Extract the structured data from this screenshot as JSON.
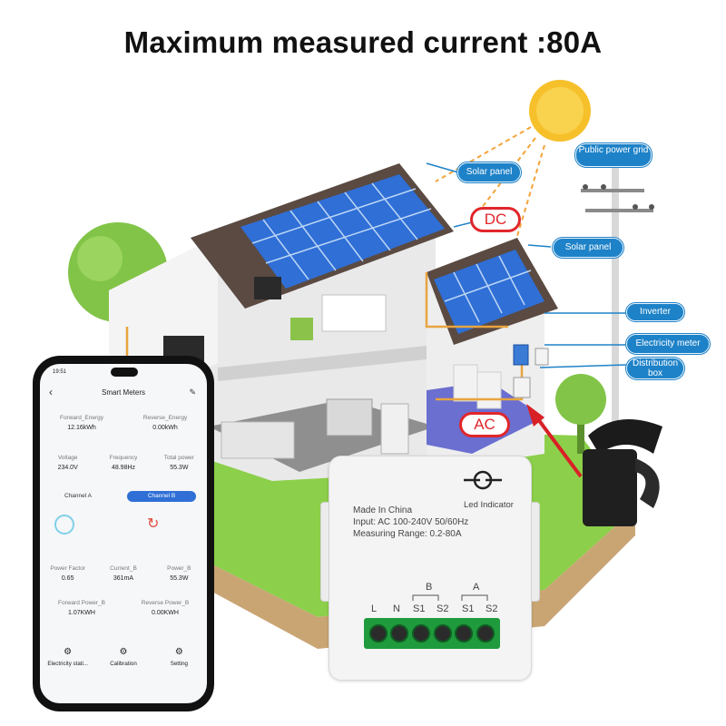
{
  "headline": "Maximum measured current :80A",
  "callouts": {
    "solar_panel_top": "Solar panel",
    "public_power_grid": "Public power grid",
    "solar_panel_right": "Solar panel",
    "inverter": "Inverter",
    "electricity_meter": "Electricity meter",
    "distribution_box": "Distribution box",
    "dc": "DC",
    "ac": "AC"
  },
  "phone": {
    "status_time": "19:51",
    "back_glyph": "‹",
    "title": "Smart Meters",
    "edit_icon": "pencil-icon",
    "forward_energy_label": "Forward_Energy",
    "forward_energy_value": "12.16kWh",
    "reverse_energy_label": "Reverse_Energy",
    "reverse_energy_value": "0.00kWh",
    "voltage_label": "Voltage",
    "voltage_value": "234.0V",
    "frequency_label": "Frequency",
    "frequency_value": "48.98Hz",
    "total_power_label": "Total power",
    "total_power_value": "55.3W",
    "channel_a": "Channel A",
    "channel_b": "Channel B",
    "power_factor_label": "Power Factor",
    "power_factor_value": "0.65",
    "current_b_label": "Current_B",
    "current_b_value": "361mA",
    "power_b_label": "Power_B",
    "power_b_value": "55.3W",
    "forward_power_b_label": "Forward Power_B",
    "forward_power_b_value": "1.07KWH",
    "reverse_power_b_label": "Reverse Power_B",
    "reverse_power_b_value": "0.00KWH",
    "nav_station": "Electricity stati...",
    "nav_calibration": "Calibration",
    "nav_setting": "Setting",
    "accent_color": "#2f6fd6"
  },
  "device": {
    "made_in": "Made In China",
    "input": "Input: AC 100-240V 50/60Hz",
    "range": "Measuring Range: 0.2-80A",
    "led_label": "Led Indicator",
    "group_b": "B",
    "group_a": "A",
    "terminals": [
      "L",
      "N",
      "S1",
      "S2",
      "S1",
      "S2"
    ],
    "terminal_color": "#1f9a3c"
  },
  "colors": {
    "callout_blue": "#1e82c8",
    "tag_red": "#e0262b",
    "panel_blue": "#2f6fd6",
    "grass_green": "#7dc242"
  }
}
